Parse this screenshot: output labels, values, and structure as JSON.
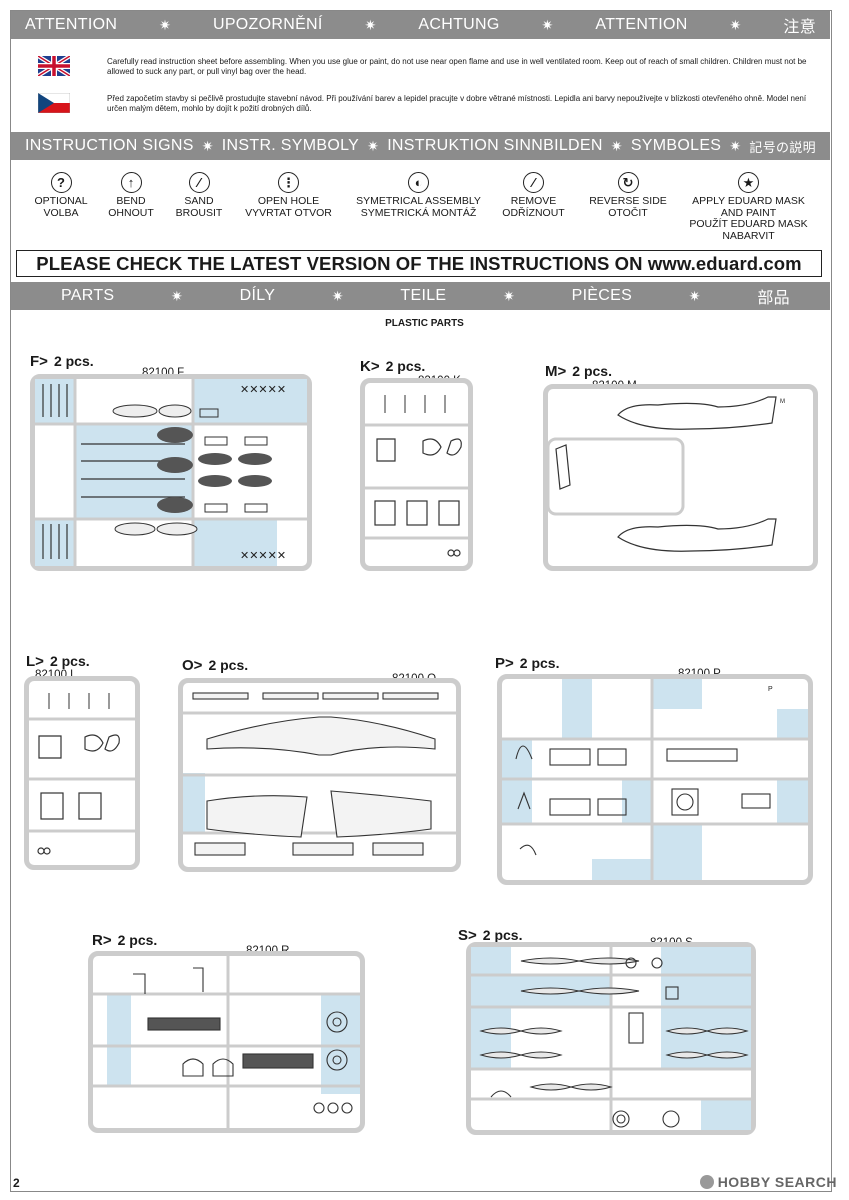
{
  "attention_bar": {
    "items": [
      "ATTENTION",
      "UPOZORNĚNÍ",
      "ACHTUNG",
      "ATTENTION",
      "注意"
    ],
    "separator": "✷"
  },
  "notices": {
    "english": "Carefully read instruction sheet before assembling. When you use glue or paint, do not use near open flame and use in well ventilated room. Keep out of reach of small children. Children must not be allowed to suck any part, or pull vinyl bag over the head.",
    "czech": "Před započetím stavby si pečlivě prostudujte stavební návod. Při používání barev a lepidel pracujte v dobre větrané místnosti. Lepidla ani barvy nepoužívejte v blízkosti otevřeného ohně. Model není určen malým dětem, mohlo by dojít k požití drobných dílů."
  },
  "signs_bar": {
    "items": [
      "INSTRUCTION SIGNS",
      "INSTR. SYMBOLY",
      "INSTRUKTION SINNBILDEN",
      "SYMBOLES",
      "記号の説明"
    ],
    "separator": "✷"
  },
  "signs": [
    {
      "icon": "question-icon",
      "glyph": "?",
      "label1": "OPTIONAL",
      "label2": "VOLBA",
      "label3": "",
      "label4": ""
    },
    {
      "icon": "bend-icon",
      "glyph": "↑",
      "label1": "BEND",
      "label2": "OHNOUT",
      "label3": "",
      "label4": ""
    },
    {
      "icon": "sand-icon",
      "glyph": "⁄",
      "label1": "SAND",
      "label2": "BROUSIT",
      "label3": "",
      "label4": ""
    },
    {
      "icon": "drill-icon",
      "glyph": "⋮",
      "label1": "OPEN HOLE",
      "label2": "VYVRTAT OTVOR",
      "label3": "",
      "label4": ""
    },
    {
      "icon": "symmetrical-icon",
      "glyph": "◐",
      "label1": "SYMETRICAL ASSEMBLY",
      "label2": "SYMETRICKÁ MONTÁŽ",
      "label3": "",
      "label4": ""
    },
    {
      "icon": "remove-icon",
      "glyph": "⁄",
      "label1": "REMOVE",
      "label2": "ODŘÍZNOUT",
      "label3": "",
      "label4": ""
    },
    {
      "icon": "reverse-icon",
      "glyph": "↻",
      "label1": "REVERSE SIDE",
      "label2": "OTOČIT",
      "label3": "",
      "label4": ""
    },
    {
      "icon": "mask-icon",
      "glyph": "★",
      "label1": "APPLY EDUARD MASK",
      "label2": "AND PAINT",
      "label3": "POUŽÍT EDUARD MASK",
      "label4": "NABARVIT"
    }
  ],
  "check_banner": "PLEASE CHECK THE LATEST VERSION OF THE INSTRUCTIONS ON www.eduard.com",
  "parts_bar": {
    "items": [
      "PARTS",
      "DÍLY",
      "TEILE",
      "PIÈCES",
      "部品"
    ],
    "separator": "✷"
  },
  "section_title": "PLASTIC PARTS",
  "sprues": [
    {
      "id": "F",
      "label": "F>",
      "qty": "2 pcs.",
      "code": "82100 F"
    },
    {
      "id": "K",
      "label": "K>",
      "qty": "2 pcs.",
      "code": "82100 K"
    },
    {
      "id": "M",
      "label": "M>",
      "qty": "2 pcs.",
      "code": "82100 M"
    },
    {
      "id": "L",
      "label": "L>",
      "qty": "2 pcs.",
      "code": "82100 L"
    },
    {
      "id": "O",
      "label": "O>",
      "qty": "2 pcs.",
      "code": "82100 O"
    },
    {
      "id": "P",
      "label": "P>",
      "qty": "2 pcs.",
      "code": "82100 P"
    },
    {
      "id": "R",
      "label": "R>",
      "qty": "2 pcs.",
      "code": "82100 R"
    },
    {
      "id": "S",
      "label": "S>",
      "qty": "2 pcs.",
      "code": "82100 S"
    }
  ],
  "page_number": "2",
  "watermark": "HOBBY SEARCH",
  "colors": {
    "bar": "#8c8c8c",
    "sprue_frame": "#cccccc",
    "highlight": "#cde3ef"
  }
}
